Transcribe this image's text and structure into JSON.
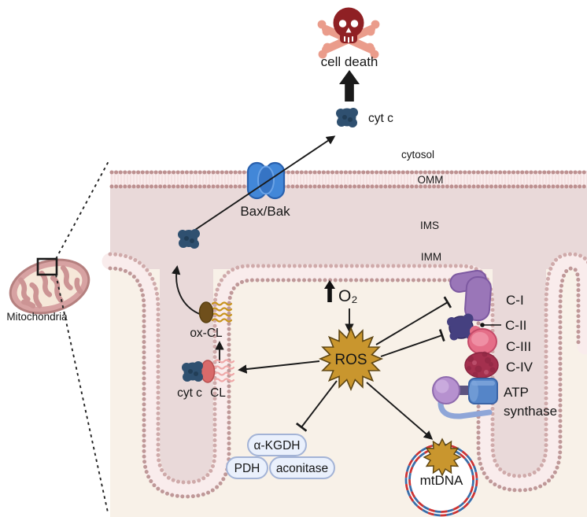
{
  "diagram": {
    "type": "biology-pathway-diagram",
    "topic": "Mitochondrial ROS production and cell death pathway"
  },
  "labels": {
    "cell_death": "cell death",
    "cyt_c_cytosol": "cyt c",
    "bax_bak": "Bax/Bak",
    "cytosol": "cytosol",
    "omm": "OMM",
    "ims": "IMS",
    "imm": "IMM",
    "mitochondria": "Mitochondria",
    "o2": "O₂",
    "ros": "ROS",
    "ox_cl": "ox-CL",
    "cyt_c_inner": "cyt c",
    "cl": "CL",
    "c1": "C-I",
    "c2": "C-II",
    "c3": "C-III",
    "c4": "C-IV",
    "atp_line1": "ATP",
    "atp_line2": "synthase",
    "akgdh": "α-KGDH",
    "pdh": "PDH",
    "aconitase": "aconitase",
    "mtdna": "mtDNA"
  },
  "colors": {
    "background": "#ffffff",
    "ims_bg": "#e9d9d9",
    "matrix_bg": "#f8f1e8",
    "membrane_tail": "#f9ecec",
    "membrane_dot_outer": "#bd9191",
    "membrane_dot_lumen": "#cfaaaa",
    "membrane_dot_matrix": "#bf9898",
    "ros_gold": "#c9962e",
    "ros_outline": "#5d4512",
    "skull_red": "#8f2024",
    "bone_pink": "#ea9c8b",
    "baxbak_blue": "#4287d8",
    "baxbak_outline": "#2a61ad",
    "cyt_c_blue": "#2f5070",
    "c1_purple": "#9a76b8",
    "c2_navy": "#454080",
    "c3_pink": "#e56e88",
    "c4_crimson": "#a4304e",
    "atp_head_purple": "#b691cf",
    "atp_cylinder_blue": "#5585c8",
    "ox_cl_head": "#6f4f1b",
    "ox_cl_tails": "#c8941e",
    "cl_head": "#d96a6a",
    "cl_tails": "#efa8a8",
    "enzyme_pill_fill": "#eaf0fc",
    "enzyme_pill_border": "#a3b3d6",
    "mtdna_red": "#cc3333",
    "mtdna_blue": "#3a6ea8",
    "mito_outer": "#d7a2a2",
    "mito_outline": "#b5807f",
    "mito_inner": "#f6e8d9",
    "arrow_black": "#1a1a1a"
  }
}
